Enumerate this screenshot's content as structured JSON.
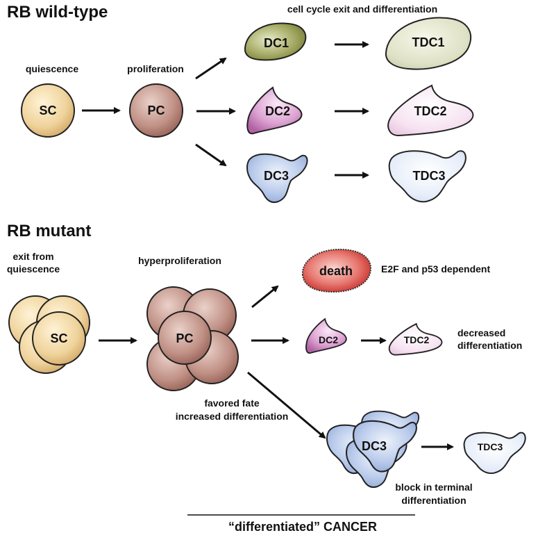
{
  "wildtype": {
    "title": "RB wild-type",
    "quiescence": "quiescence",
    "proliferation": "proliferation",
    "exit_header": "cell cycle exit and differentiation",
    "sc": "SC",
    "pc": "PC",
    "dc1": "DC1",
    "dc2": "DC2",
    "dc3": "DC3",
    "tdc1": "TDC1",
    "tdc2": "TDC2",
    "tdc3": "TDC3"
  },
  "mutant": {
    "title": "RB mutant",
    "exit_line1": "exit from",
    "exit_line2": "quiescence",
    "hyperproliferation": "hyperproliferation",
    "sc": "SC",
    "pc": "PC",
    "death": "death",
    "death_note": "E2F and p53 dependent",
    "dc2": "DC2",
    "tdc2": "TDC2",
    "decreased_line1": "decreased",
    "decreased_line2": "differentiation",
    "favored_line1": "favored fate",
    "favored_line2": "increased differentiation",
    "dc3": "DC3",
    "tdc3": "TDC3",
    "block_line1": "block in terminal",
    "block_line2": "differentiation"
  },
  "footer": {
    "cancer_label": "“differentiated” CANCER"
  },
  "colors": {
    "sc": "#e8c68a",
    "pc": "#b57c70",
    "dc1": "#9aa15a",
    "dc2": "#c27ab8",
    "dc3": "#8fa9d6",
    "death": "#d94a44"
  }
}
